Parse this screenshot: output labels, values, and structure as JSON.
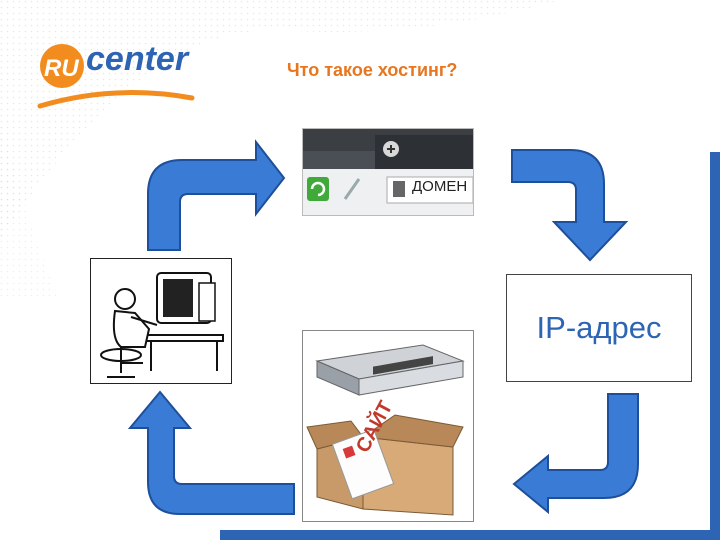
{
  "header": {
    "logo_text": "center",
    "logo_mark": "RU",
    "title": "Что такое хостинг?"
  },
  "diagram": {
    "browser_address_text": "ДОМЕН",
    "ip_label": "IP-адрес",
    "box_label": "САЙТ"
  },
  "colors": {
    "accent_blue": "#2d64b4",
    "arrow_fill": "#3a7bd5",
    "title_orange": "#e8761e",
    "logo_orange": "#f28c1e"
  },
  "icons": [
    "ru-center-logo",
    "browser-toolbar-icon",
    "user-at-computer-icon",
    "server-icon",
    "cardboard-box-icon",
    "arrow-icon"
  ]
}
